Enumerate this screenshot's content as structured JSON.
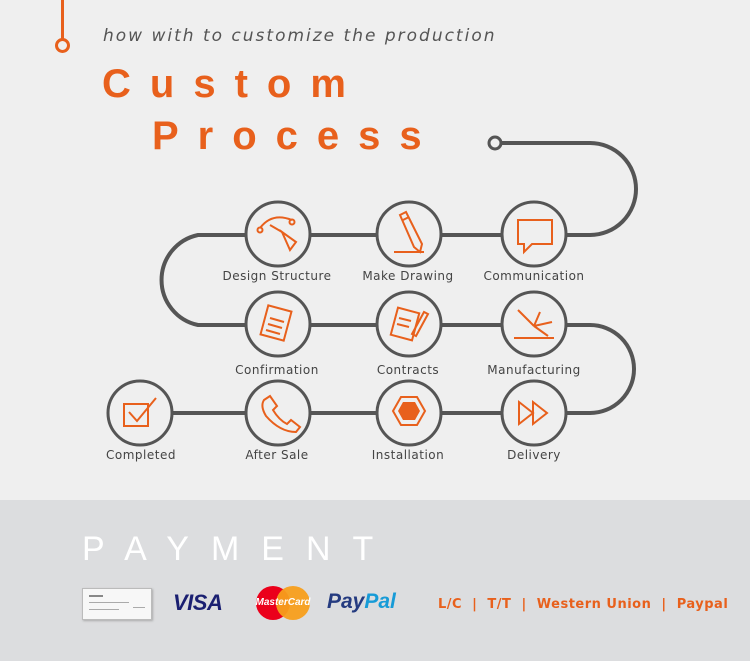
{
  "header": {
    "subtitle": "how with to customize the production",
    "title_line1": "Custom",
    "title_line2": "Process"
  },
  "process": {
    "accent_color": "#e8601c",
    "line_color": "#555555",
    "steps": [
      {
        "label": "Design Structure",
        "icon": "bezier-pen-icon"
      },
      {
        "label": "Make Drawing",
        "icon": "pencil-icon"
      },
      {
        "label": "Communication",
        "icon": "chat-bubble-icon"
      },
      {
        "label": "Confirmation",
        "icon": "document-icon"
      },
      {
        "label": "Contracts",
        "icon": "contract-icon"
      },
      {
        "label": "Manufacturing",
        "icon": "spark-icon"
      },
      {
        "label": "Completed",
        "icon": "checkbox-icon"
      },
      {
        "label": "After Sale",
        "icon": "phone-icon"
      },
      {
        "label": "Installation",
        "icon": "hexagon-icon"
      },
      {
        "label": "Delivery",
        "icon": "fast-forward-icon"
      }
    ]
  },
  "payment": {
    "title": "PAYMENT",
    "logos": {
      "visa": "VISA",
      "mastercard": "MasterCard",
      "paypal_a": "Pay",
      "paypal_b": "Pal"
    },
    "terms": "L/C  |  T/T  |  Western Union  |  Paypal"
  }
}
